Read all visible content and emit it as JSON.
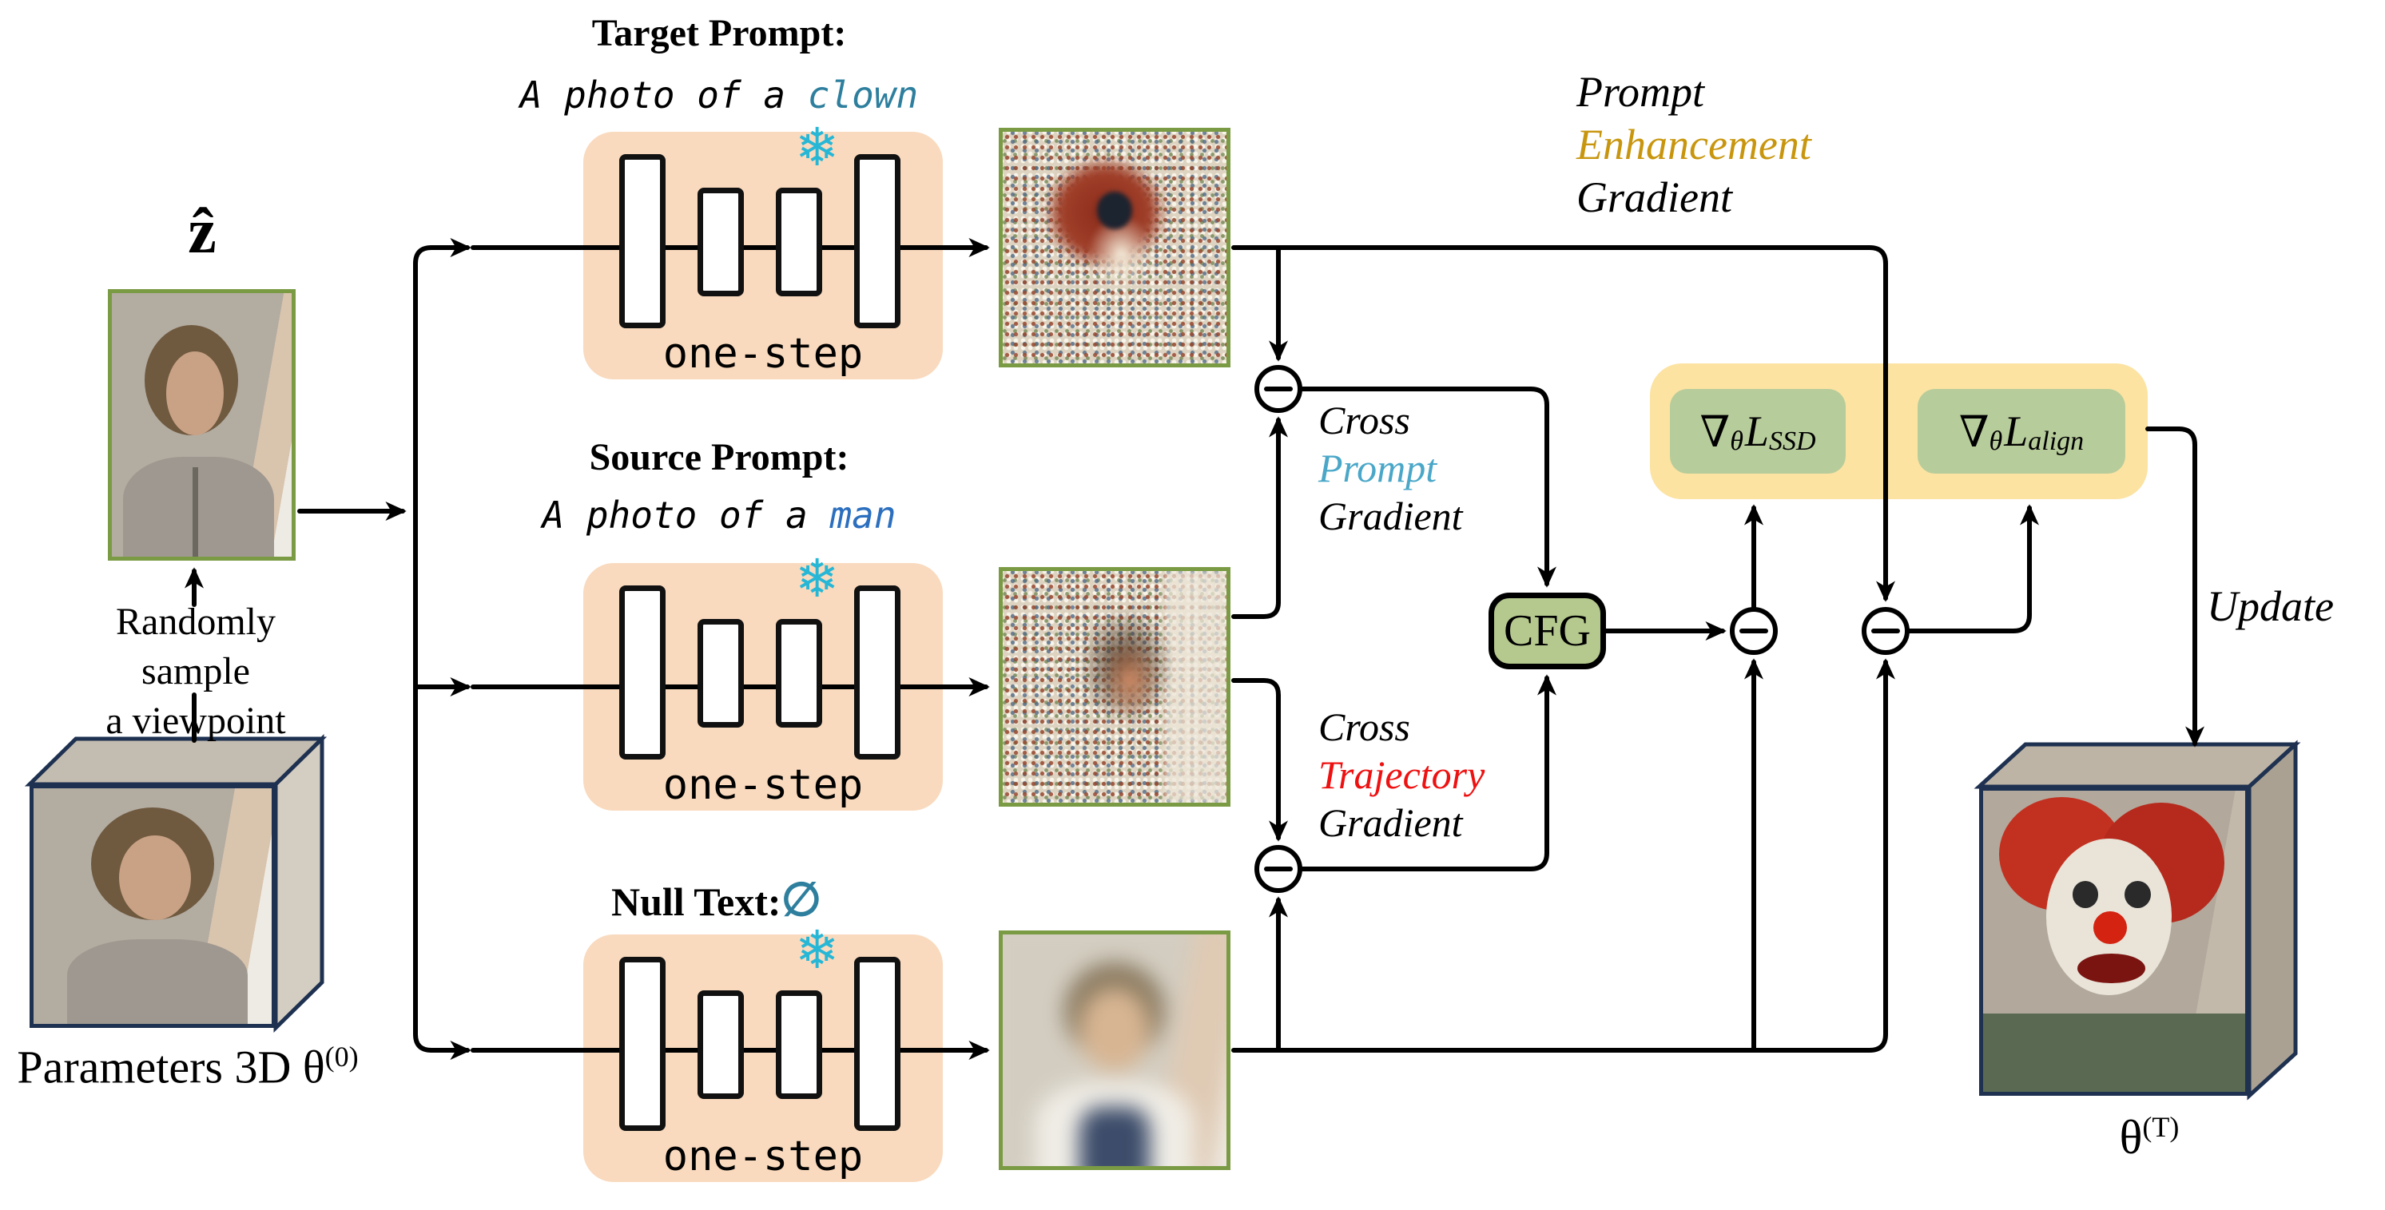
{
  "left_panel": {
    "z_hat_label": "ẑ",
    "viewpoint_caption": {
      "line1": "Randomly sample",
      "line2": "a viewpoint"
    },
    "params_label": {
      "text": "Parameters 3D θ",
      "sup": "(0)"
    }
  },
  "branches": {
    "target": {
      "title": "Target Prompt:",
      "prompt_prefix": "A photo of a ",
      "prompt_word": "clown",
      "block_label": "one-step"
    },
    "source": {
      "title": "Source Prompt:",
      "prompt_prefix": "A photo of a ",
      "prompt_word": "man",
      "block_label": "one-step"
    },
    "null_text": {
      "title": "Null Text:",
      "symbol": "∅",
      "block_label": "one-step"
    }
  },
  "gradients": {
    "prompt_enhancement": {
      "line1": "Prompt",
      "line2": "Enhancement",
      "line3": "Gradient"
    },
    "cross_prompt": {
      "line1": "Cross",
      "line2": "Prompt",
      "line3": "Gradient"
    },
    "cross_trajectory": {
      "line1": "Cross",
      "line2": "Trajectory",
      "line3": "Gradient"
    }
  },
  "operators": {
    "cfg_label": "CFG",
    "loss_ssd": {
      "nabla": "∇",
      "theta_sub": "θ",
      "loss": "L",
      "name_sub": "SSD"
    },
    "loss_align": {
      "nabla": "∇",
      "theta_sub": "θ",
      "loss": "L",
      "name_sub": "align"
    }
  },
  "output_panel": {
    "update_label": "Update",
    "theta_label": "θ",
    "theta_sup": "(T)"
  },
  "icons": {
    "frozen_snowflake": "❄"
  },
  "colors": {
    "block_orange": "#f9dabe",
    "cfg_green": "#b5c98e",
    "loss_green": "#b7cc9b",
    "highlight_yellow": "#fce3a2",
    "frozen_cyan": "#27b7d6",
    "teal_word": "#2e7f9e",
    "blue_word": "#2b6fbe",
    "light_blue_word": "#4aa7c8",
    "red_word": "#ee1111",
    "gold_word": "#c8960e",
    "image_border_green": "#7a9b44",
    "cube_navy": "#1e3150"
  }
}
